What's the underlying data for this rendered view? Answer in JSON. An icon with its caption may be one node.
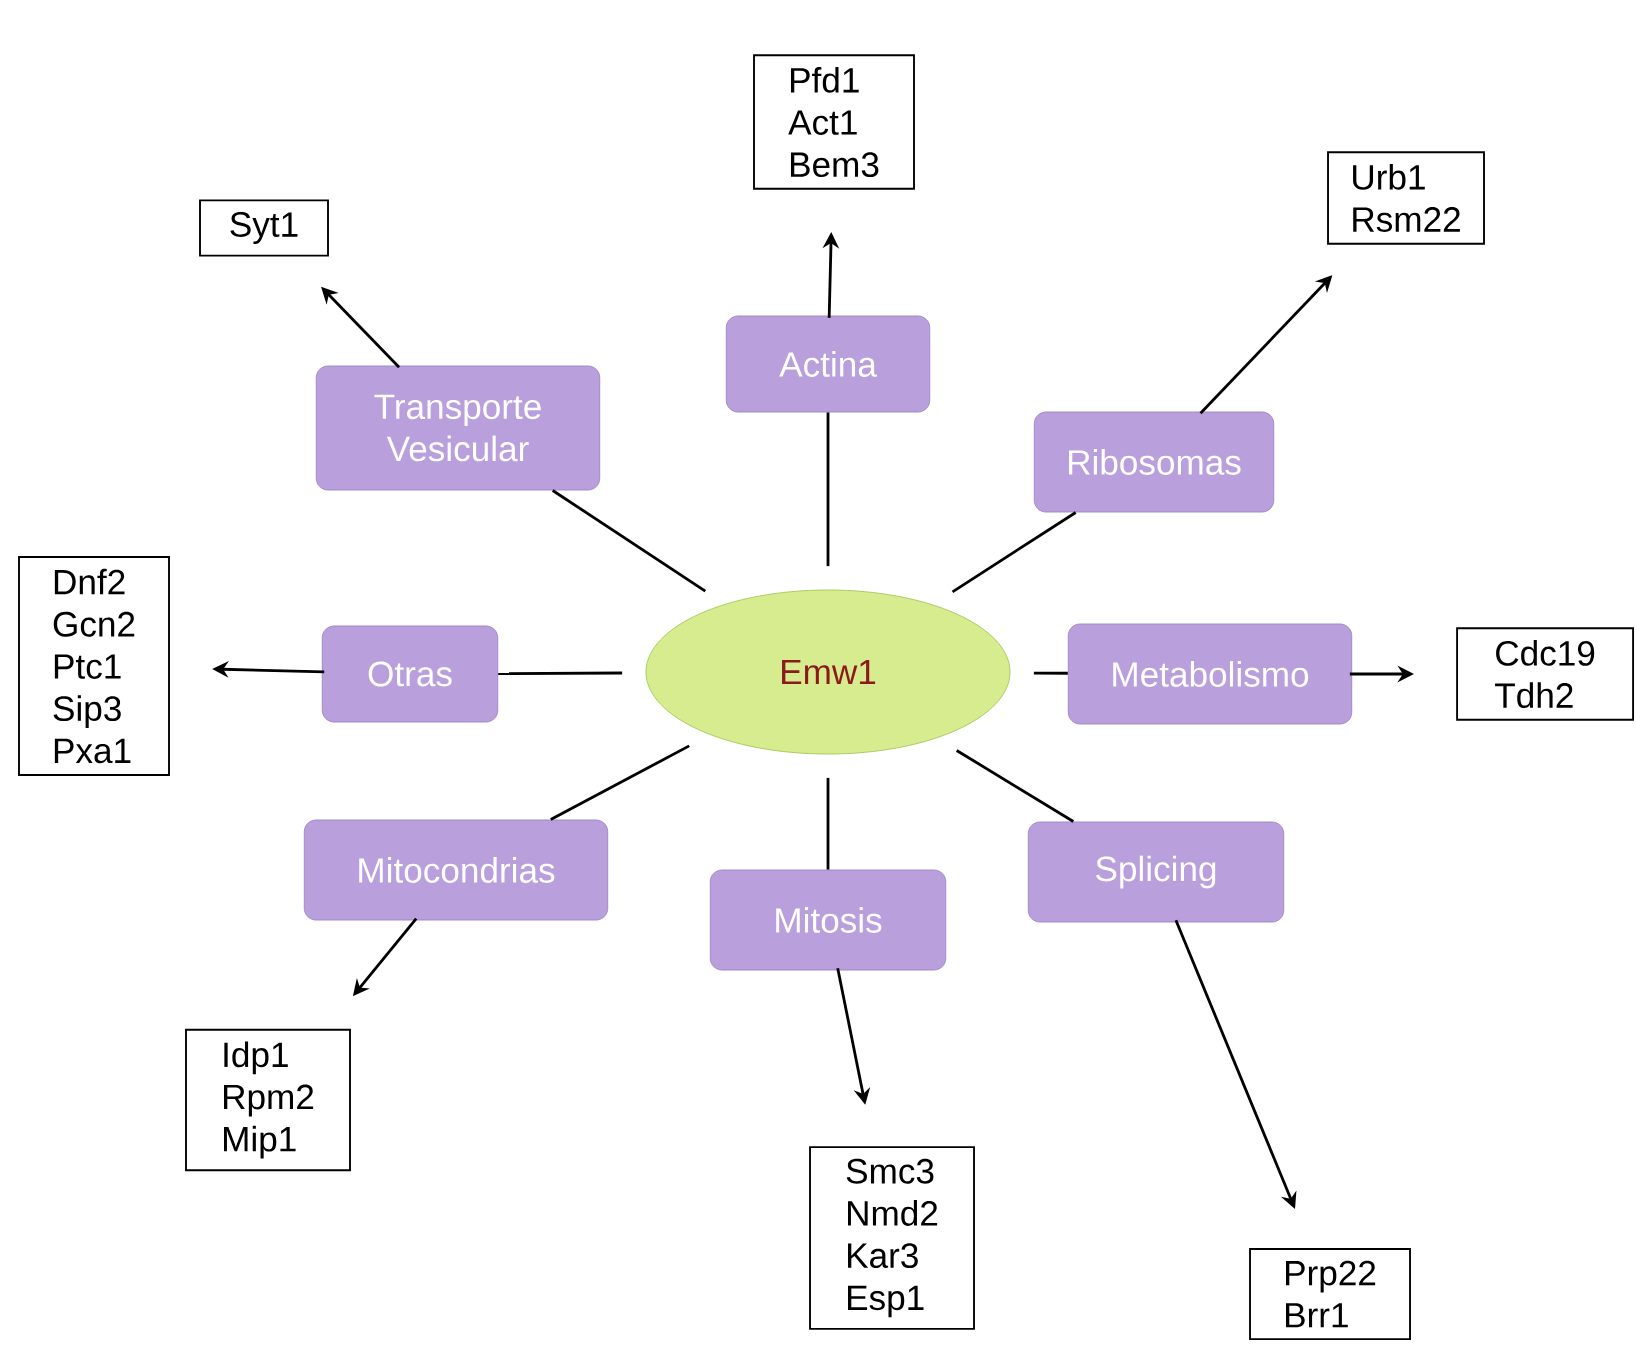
{
  "diagram": {
    "nodes": [
      {
        "text": [
          "Emw1"
        ]
      },
      {
        "text": [
          "Actina"
        ]
      },
      {
        "text": [
          "Ribosomas"
        ]
      },
      {
        "text": [
          "Metabolismo"
        ]
      },
      {
        "text": [
          "Splicing"
        ]
      },
      {
        "text": [
          "Mitosis"
        ]
      },
      {
        "text": [
          "Mitocondrias"
        ]
      },
      {
        "text": [
          "Otras"
        ]
      },
      {
        "text": [
          "Transporte Vesicular"
        ]
      },
      {
        "text": [
          "Pfd1",
          "Act1",
          "Bem3"
        ]
      },
      {
        "text": [
          "Urb1",
          "Rsm22"
        ]
      },
      {
        "text": [
          "Cdc19",
          "Tdh2"
        ]
      },
      {
        "text": [
          "Prp22",
          "Brr1"
        ]
      },
      {
        "text": [
          "Smc3",
          "Nmd2",
          "Kar3",
          "Esp1"
        ]
      },
      {
        "text": [
          "Idp1",
          "Rpm2",
          "Mip1"
        ]
      },
      {
        "text": [
          "Dnf2",
          "Gcn2",
          "Ptc1",
          "Sip3",
          "Pxa1"
        ]
      },
      {
        "text": [
          "Syt1"
        ]
      }
    ],
    "edges": [
      {
        "from": 0,
        "to": 1,
        "arrow": "none"
      },
      {
        "from": 1,
        "to": 9,
        "arrow": "to"
      },
      {
        "from": 0,
        "to": 2,
        "arrow": "none"
      },
      {
        "from": 2,
        "to": 10,
        "arrow": "to"
      },
      {
        "from": 0,
        "to": 3,
        "arrow": "none"
      },
      {
        "from": 3,
        "to": 11,
        "arrow": "to"
      },
      {
        "from": 0,
        "to": 4,
        "arrow": "none"
      },
      {
        "from": 4,
        "to": 12,
        "arrow": "to"
      },
      {
        "from": 0,
        "to": 5,
        "arrow": "none"
      },
      {
        "from": 5,
        "to": 13,
        "arrow": "to"
      },
      {
        "from": 0,
        "to": 6,
        "arrow": "none"
      },
      {
        "from": 6,
        "to": 14,
        "arrow": "to"
      },
      {
        "from": 0,
        "to": 7,
        "arrow": "none"
      },
      {
        "from": 7,
        "to": 15,
        "arrow": "to"
      },
      {
        "from": 0,
        "to": 8,
        "arrow": "none"
      },
      {
        "from": 8,
        "to": 16,
        "arrow": "to"
      }
    ]
  }
}
